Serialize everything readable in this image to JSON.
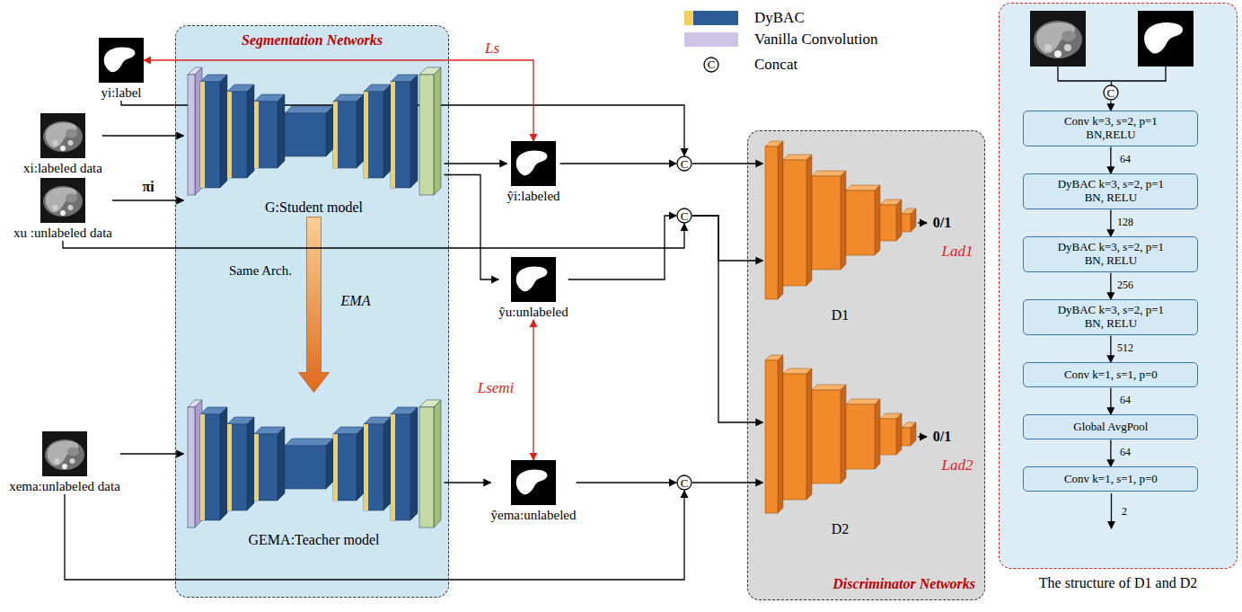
{
  "diagram": {
    "nodes": [
      {
        "text": [
          "Segmentation Networks"
        ]
      },
      {
        "text": [
          "Discriminator Networks"
        ]
      },
      {
        "text": [
          "The structure of D1 and D2"
        ]
      },
      {
        "text": [
          "yi:label"
        ]
      },
      {
        "text": [
          "xi:labeled data"
        ]
      },
      {
        "text": [
          "xu :unlabeled data"
        ]
      },
      {
        "text": [
          "xema:unlabeled data"
        ]
      },
      {
        "text": [
          "G:Student model"
        ],
        "in": 0
      },
      {
        "text": [
          "GEMA:Teacher model"
        ],
        "in": 0
      },
      {
        "text": [
          "ŷi:labeled"
        ]
      },
      {
        "text": [
          "ŷu:unlabeled"
        ]
      },
      {
        "text": [
          "ŷema:unlabeled"
        ]
      },
      {
        "text": [
          "C"
        ]
      },
      {
        "text": [
          "C"
        ]
      },
      {
        "text": [
          "C"
        ]
      },
      {
        "text": [
          "D1"
        ],
        "in": 1
      },
      {
        "text": [
          "D2"
        ],
        "in": 1
      },
      {
        "text": [
          "C"
        ],
        "in": 2
      },
      {
        "text": [
          "Conv k=3, s=2, p=1 BN,RELU"
        ],
        "in": 2
      },
      {
        "text": [
          "DyBAC k=3, s=2, p=1 BN, RELU"
        ],
        "in": 2
      },
      {
        "text": [
          "DyBAC k=3, s=2, p=1 BN, RELU"
        ],
        "in": 2
      },
      {
        "text": [
          "DyBAC k=3, s=2, p=1 BN, RELU"
        ],
        "in": 2
      },
      {
        "text": [
          "Conv k=1, s=1, p=0"
        ],
        "in": 2
      },
      {
        "text": [
          "Global AvgPool"
        ],
        "in": 2
      },
      {
        "text": [
          "Conv k=1, s=1, p=0"
        ],
        "in": 2
      }
    ],
    "edges": [
      {
        "from": 3,
        "to": 12,
        "arrow": "to"
      },
      {
        "from": 3,
        "to": 9,
        "label": "Ls",
        "arrow": "both"
      },
      {
        "from": 4,
        "to": 7,
        "arrow": "to"
      },
      {
        "from": 5,
        "to": 7,
        "label": "πi",
        "arrow": "to"
      },
      {
        "from": 6,
        "to": 8,
        "arrow": "to"
      },
      {
        "from": 7,
        "to": 8,
        "label": "EMA",
        "arrow": "to"
      },
      {
        "from": 7,
        "to": 9,
        "arrow": "to"
      },
      {
        "from": 7,
        "to": 10,
        "arrow": "to"
      },
      {
        "from": 8,
        "to": 11,
        "arrow": "to"
      },
      {
        "from": 9,
        "to": 12,
        "arrow": "to"
      },
      {
        "from": 10,
        "to": 13,
        "arrow": "to"
      },
      {
        "from": 5,
        "to": 13,
        "arrow": "to"
      },
      {
        "from": 11,
        "to": 14,
        "arrow": "to"
      },
      {
        "from": 6,
        "to": 14,
        "arrow": "to"
      },
      {
        "from": 10,
        "to": 11,
        "label": "Lsemi",
        "arrow": "both"
      },
      {
        "from": 12,
        "to": 15,
        "arrow": "to"
      },
      {
        "from": 13,
        "to": 15,
        "arrow": "to"
      },
      {
        "from": 13,
        "to": 16,
        "arrow": "to"
      },
      {
        "from": 14,
        "to": 16,
        "arrow": "to"
      },
      {
        "from": 17,
        "to": 18,
        "arrow": "to"
      },
      {
        "from": 18,
        "to": 19,
        "label": "64",
        "arrow": "to"
      },
      {
        "from": 19,
        "to": 20,
        "label": "128",
        "arrow": "to"
      },
      {
        "from": 20,
        "to": 21,
        "label": "256",
        "arrow": "to"
      },
      {
        "from": 21,
        "to": 22,
        "label": "512",
        "arrow": "to"
      },
      {
        "from": 22,
        "to": 23,
        "label": "64",
        "arrow": "to"
      },
      {
        "from": 23,
        "to": 24,
        "label": "64",
        "arrow": "to"
      }
    ],
    "labels": [
      "Same Arch.",
      "0/1",
      "Lad1",
      "0/1",
      "Lad2",
      "2",
      "C"
    ],
    "legend": [
      {
        "text": "DyBAC"
      },
      {
        "text": "Vanilla Convolution",
        "color": "#cdc4e6"
      },
      {
        "text": "Concat"
      }
    ]
  }
}
